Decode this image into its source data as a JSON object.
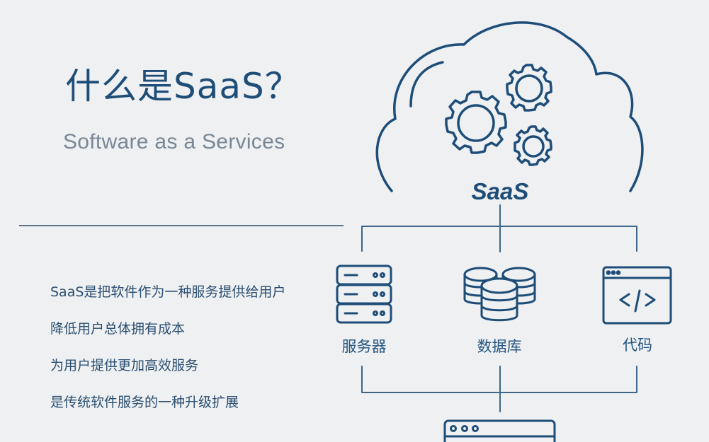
{
  "header": {
    "title": "什么是SaaS？",
    "subtitle": "Software as a Services"
  },
  "points": [
    "SaaS是把软件作为一种服务提供给用户",
    "降低用户总体拥有成本",
    "为用户提供更加高效服务",
    "是传统软件服务的一种升级扩展"
  ],
  "diagram": {
    "cloud_label": "SaaS",
    "nodes": [
      {
        "label": "服务器",
        "icon": "server-icon"
      },
      {
        "label": "数据库",
        "icon": "database-icon"
      },
      {
        "label": "代码",
        "icon": "code-window-icon"
      }
    ],
    "bottom_icon": "browser-window-icon"
  },
  "colors": {
    "background": "#eef0f2",
    "primary": "#1e4d78",
    "line": "#5d7387",
    "subtitle": "#7a8794"
  }
}
